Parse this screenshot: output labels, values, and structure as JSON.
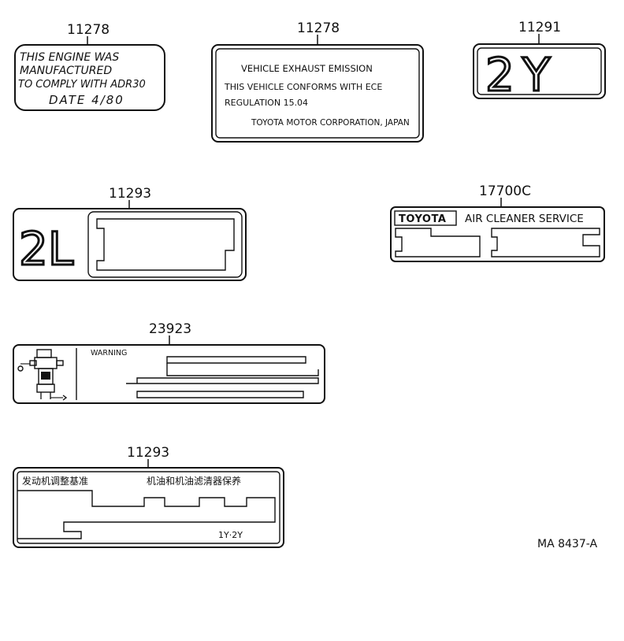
{
  "labels": {
    "engine_mfg": {
      "part_no": "11278",
      "lines": [
        "THIS ENGINE WAS",
        "MANUFACTURED",
        "TO COMPLY WITH ADR30",
        "DATE 4/80"
      ]
    },
    "emission": {
      "part_no": "11278",
      "lines": [
        "VEHICLE EXHAUST EMISSION",
        "THIS VEHICLE CONFORMS WITH ECE",
        "REGULATION 15.04",
        "TOYOTA MOTOR CORPORATION, JAPAN"
      ]
    },
    "engine_2y": {
      "part_no": "11291",
      "text": "2Y"
    },
    "engine_2l": {
      "part_no": "11293",
      "text": "2L"
    },
    "air_cleaner": {
      "part_no": "17700C",
      "brand": "TOYOTA",
      "title": "AIR CLEANER SERVICE"
    },
    "warning": {
      "part_no": "23923",
      "title": "WARNING"
    },
    "chinese": {
      "part_no": "11293",
      "left_text": "发动机调整基准",
      "right_text": "机油和机油滤清器保养",
      "footer": "1Y·2Y"
    }
  },
  "figure_code": "MA 8437-A"
}
